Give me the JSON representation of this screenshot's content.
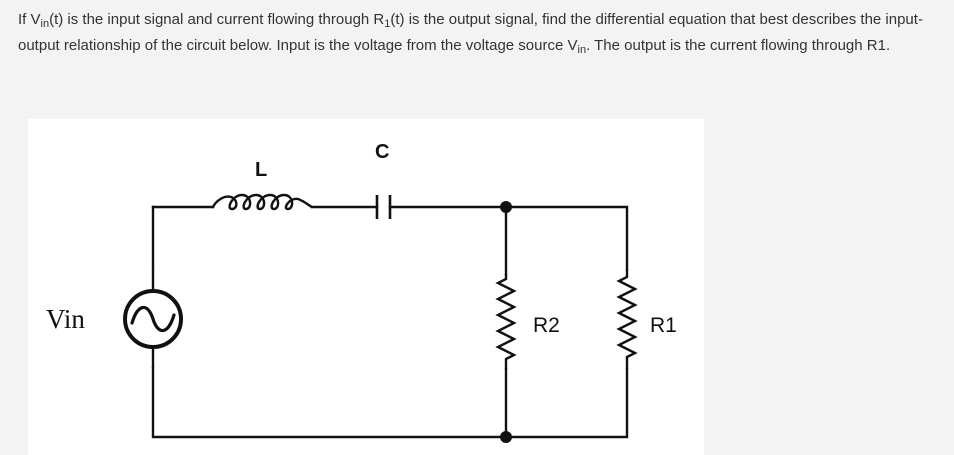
{
  "question": {
    "p1": "If V",
    "sub_in_1": "in",
    "p2": "(t) is the input signal and current flowing through R",
    "sub_1": "1",
    "p3": "(t) is the output signal, find the differential equation that best describes the input-output relationship of the circuit below. Input is the voltage from the voltage source V",
    "sub_in_2": "in",
    "p4": ". The output is the current flowing through R1."
  },
  "circuit": {
    "source_label": "Vin",
    "inductor_label": "L",
    "capacitor_label": "C",
    "resistor2_label": "R2",
    "resistor1_label": "R1"
  },
  "colors": {
    "text": "#333333",
    "page_background": "#f3f3f3",
    "figure_background": "#ffffff",
    "wire": "#111111"
  },
  "icons": [
    "ac-voltage-source-icon",
    "inductor-icon",
    "capacitor-icon",
    "resistor-icon",
    "junction-dot-icon"
  ]
}
